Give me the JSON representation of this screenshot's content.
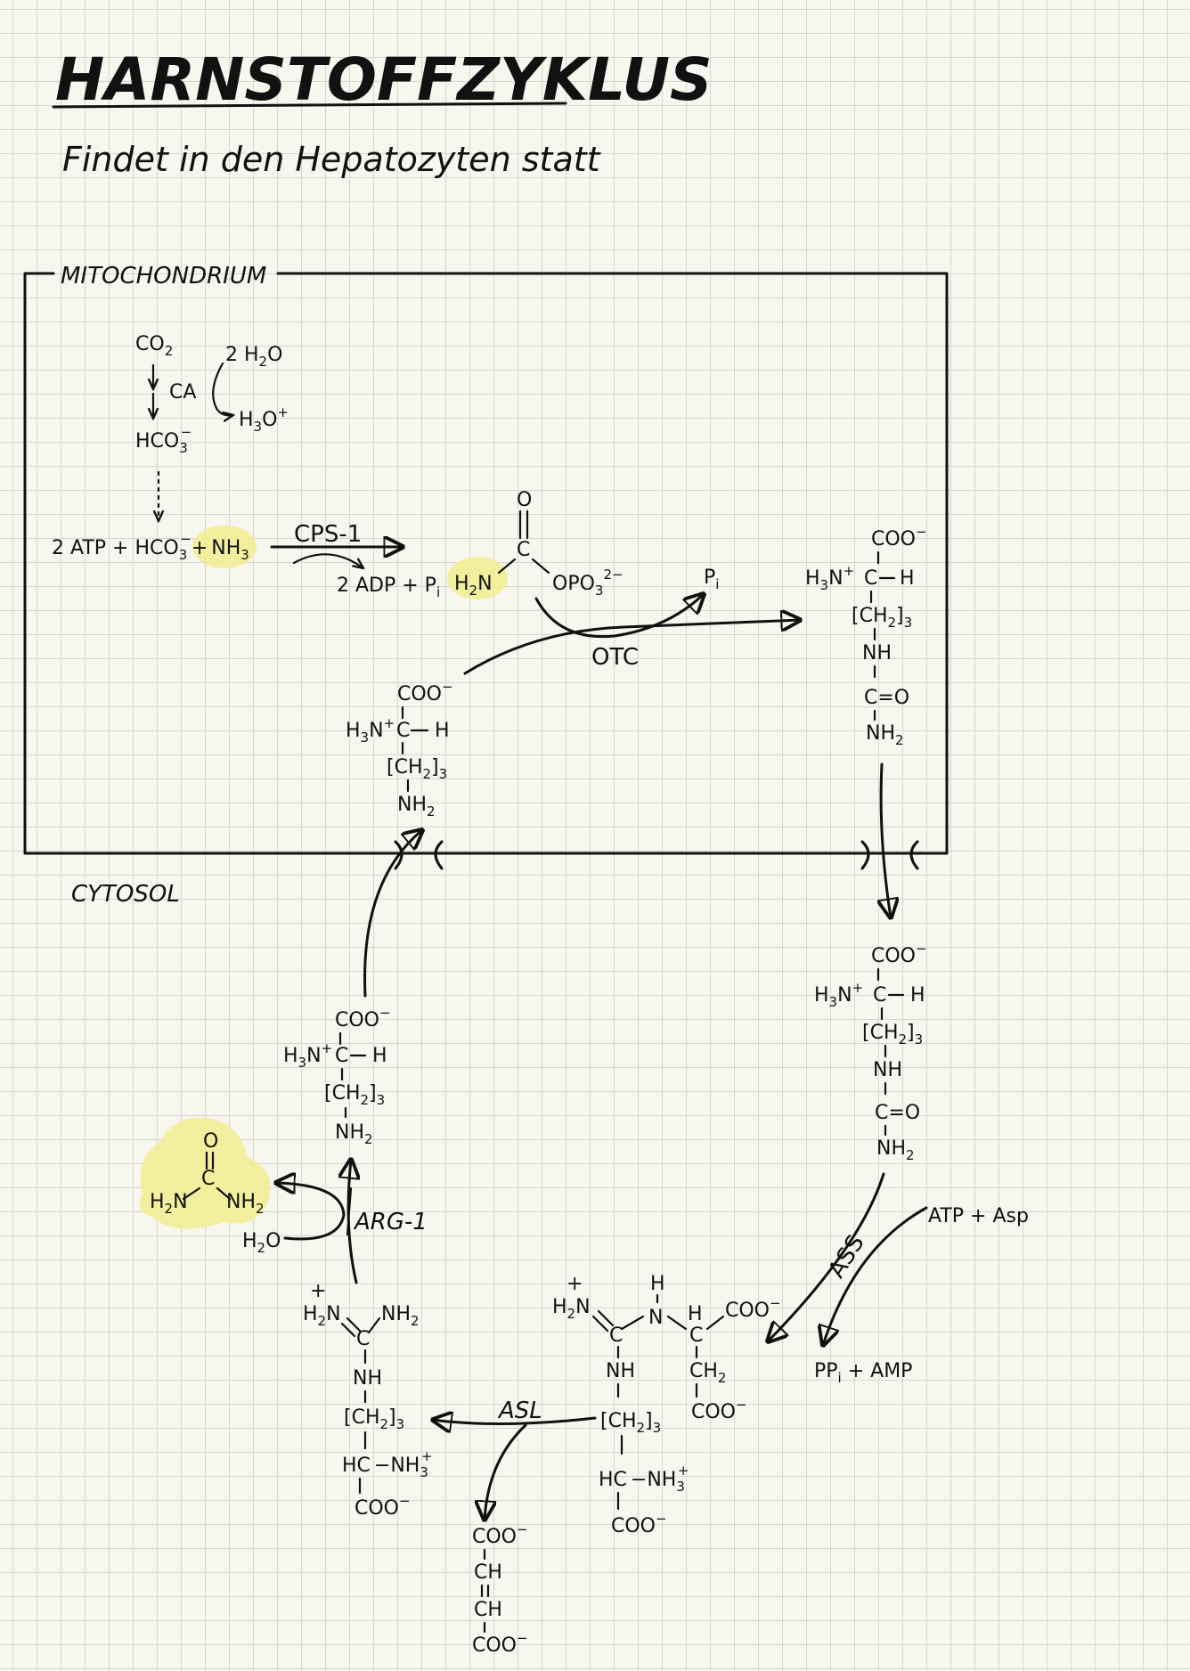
{
  "title": "HARNSTOFFZYKLUS",
  "subtitle": "Findet in den Hepatozyten statt",
  "compartments": {
    "mito": "MITOCHONDRIUM",
    "cyto": "CYTOSOL"
  },
  "co2_reaction": {
    "co2": "CO",
    "co2_sub": "2",
    "enzyme": "CA",
    "water": "2 H",
    "water_sub": "2",
    "water_o": "O",
    "hydronium": "H",
    "hydronium_sub": "3",
    "hydronium_rest": "O",
    "hydronium_sup": "+",
    "bicarbonate": "HCO",
    "bicarbonate_sub": "3",
    "bicarbonate_sup": "−"
  },
  "cps1": {
    "substrates": "2 ATP + HCO",
    "substrates_sub": "3",
    "substrates_sup": "−",
    "plus": "+",
    "nh3": "NH",
    "nh3_sub": "3",
    "enzyme": "CPS-1",
    "products": "2 ADP + P",
    "products_sub": "i"
  },
  "carbamoyl_phosphate": {
    "o": "O",
    "c": "C",
    "h2n": "H",
    "h2n_sub": "2",
    "h2n_n": "N",
    "opo3": "OPO",
    "opo3_sub": "3",
    "opo3_sup": "2−"
  },
  "otc": {
    "enzyme": "OTC",
    "pi": "P",
    "pi_sub": "i"
  },
  "amino_acid": {
    "coo": "COO",
    "coo_sup": "−",
    "h3n": "H",
    "h3n_sub": "3",
    "h3n_n": "N",
    "h3n_sup": "+",
    "c": "C",
    "h": "H",
    "ch2": "[CH",
    "ch2_sub": "2",
    "ch2_close": "]",
    "ch2_n": "3",
    "nh": "NH",
    "co": "C=O",
    "nh2": "NH",
    "nh2_sub": "2"
  },
  "ass": {
    "enzyme": "ASS",
    "substrates": "ATP + Asp",
    "products": "PP",
    "products_sub": "i",
    "products_rest": " + AMP"
  },
  "argininosuccinate": {
    "h2n": "H",
    "h2n_sub": "2",
    "h2n_n": "N",
    "plus": "+",
    "nh_h": "H",
    "n": "N",
    "c": "C",
    "h": "H",
    "coo": "COO",
    "coo_sup": "−",
    "nh": "NH",
    "ch2": "CH",
    "ch2_sub": "2",
    "bracket": "[CH",
    "bracket_sub": "2",
    "bracket_close": "]",
    "bracket_n": "3",
    "hc": "HC",
    "nh3": "NH",
    "nh3_sub": "3",
    "nh3_sup": "+"
  },
  "asl": {
    "enzyme": "ASL"
  },
  "fumarate": {
    "coo": "COO",
    "coo_sup": "−",
    "ch": "CH"
  },
  "arginine": {
    "h2n": "H",
    "h2n_sub": "2",
    "h2n_n": "N",
    "plus": "+",
    "nh2": "NH",
    "nh2_sub": "2",
    "c": "C",
    "nh": "NH"
  },
  "arg1": {
    "enzyme": "ARG-1",
    "water": "H",
    "water_sub": "2",
    "water_o": "O"
  },
  "urea": {
    "o": "O",
    "c": "C",
    "h2n": "H",
    "h2n_sub": "2",
    "h2n_n": "N",
    "nh2": "NH",
    "nh2_sub": "2"
  },
  "colors": {
    "highlight": "#f1ee8f",
    "ink": "#111111",
    "paper": "#f7f6ef",
    "grid": "#d6d6cf"
  }
}
